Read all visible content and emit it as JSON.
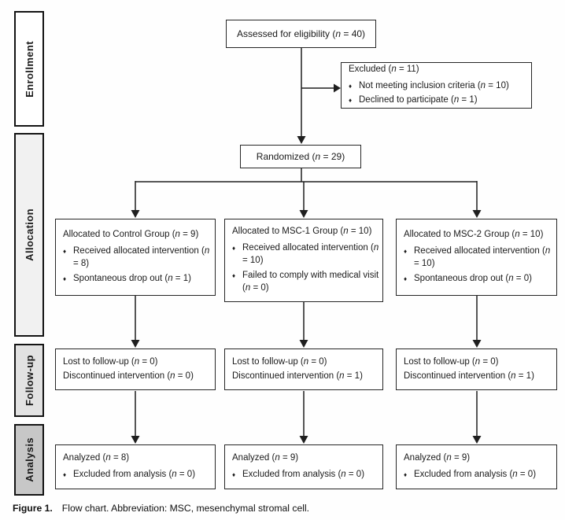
{
  "figure": {
    "caption_label": "Figure 1.",
    "caption_text": "Flow chart. Abbreviation: MSC, mesenchymal stromal cell."
  },
  "stages": [
    {
      "label": "Enrollment"
    },
    {
      "label": "Allocation"
    },
    {
      "label": "Follow-up"
    },
    {
      "label": "Analysis"
    }
  ],
  "boxes": {
    "assessed": {
      "text": "Assessed for eligibility (n = 40)"
    },
    "excluded": {
      "title": "Excluded (n = 11)",
      "bullets": [
        "Not meeting inclusion criteria (n = 10)",
        "Declined to participate (n = 1)"
      ]
    },
    "randomized": {
      "text": "Randomized (n = 29)"
    },
    "allocation": [
      {
        "title": "Allocated to Control Group (n = 9)",
        "bullets": [
          "Received allocated intervention (n = 8)",
          "Spontaneous drop out (n = 1)"
        ]
      },
      {
        "title": "Allocated to MSC-1 Group (n = 10)",
        "bullets": [
          "Received allocated intervention (n = 10)",
          "Failed to comply with medical visit (n = 0)"
        ]
      },
      {
        "title": "Allocated to MSC-2 Group (n = 10)",
        "bullets": [
          "Received allocated intervention (n = 10)",
          "Spontaneous drop out (n = 0)"
        ]
      }
    ],
    "followup": [
      {
        "lines": [
          "Lost to follow-up (n = 0)",
          "Discontinued intervention (n = 0)"
        ]
      },
      {
        "lines": [
          "Lost to follow-up (n = 0)",
          "Discontinued intervention (n = 1)"
        ]
      },
      {
        "lines": [
          "Lost to follow-up (n = 0)",
          "Discontinued intervention (n = 1)"
        ]
      }
    ],
    "analysis": [
      {
        "title": "Analyzed (n = 8)",
        "bullets": [
          "Excluded from analysis (n = 0)"
        ]
      },
      {
        "title": "Analyzed (n = 9)",
        "bullets": [
          "Excluded from analysis (n = 0)"
        ]
      },
      {
        "title": "Analyzed (n = 9)",
        "bullets": [
          "Excluded from analysis (n = 0)"
        ]
      }
    ]
  },
  "icons": {
    "bullet": "diamond-bullet-icon",
    "bullet_glyph": "♦"
  },
  "colors": {
    "line": "#1f1f1f",
    "box_border": "#262626",
    "stage_enrollment_bg": "#ffffff",
    "stage_allocation_bg": "#f1f1f1",
    "stage_followup_bg": "#e2e2e2",
    "stage_analysis_bg": "#c7c7c7"
  }
}
